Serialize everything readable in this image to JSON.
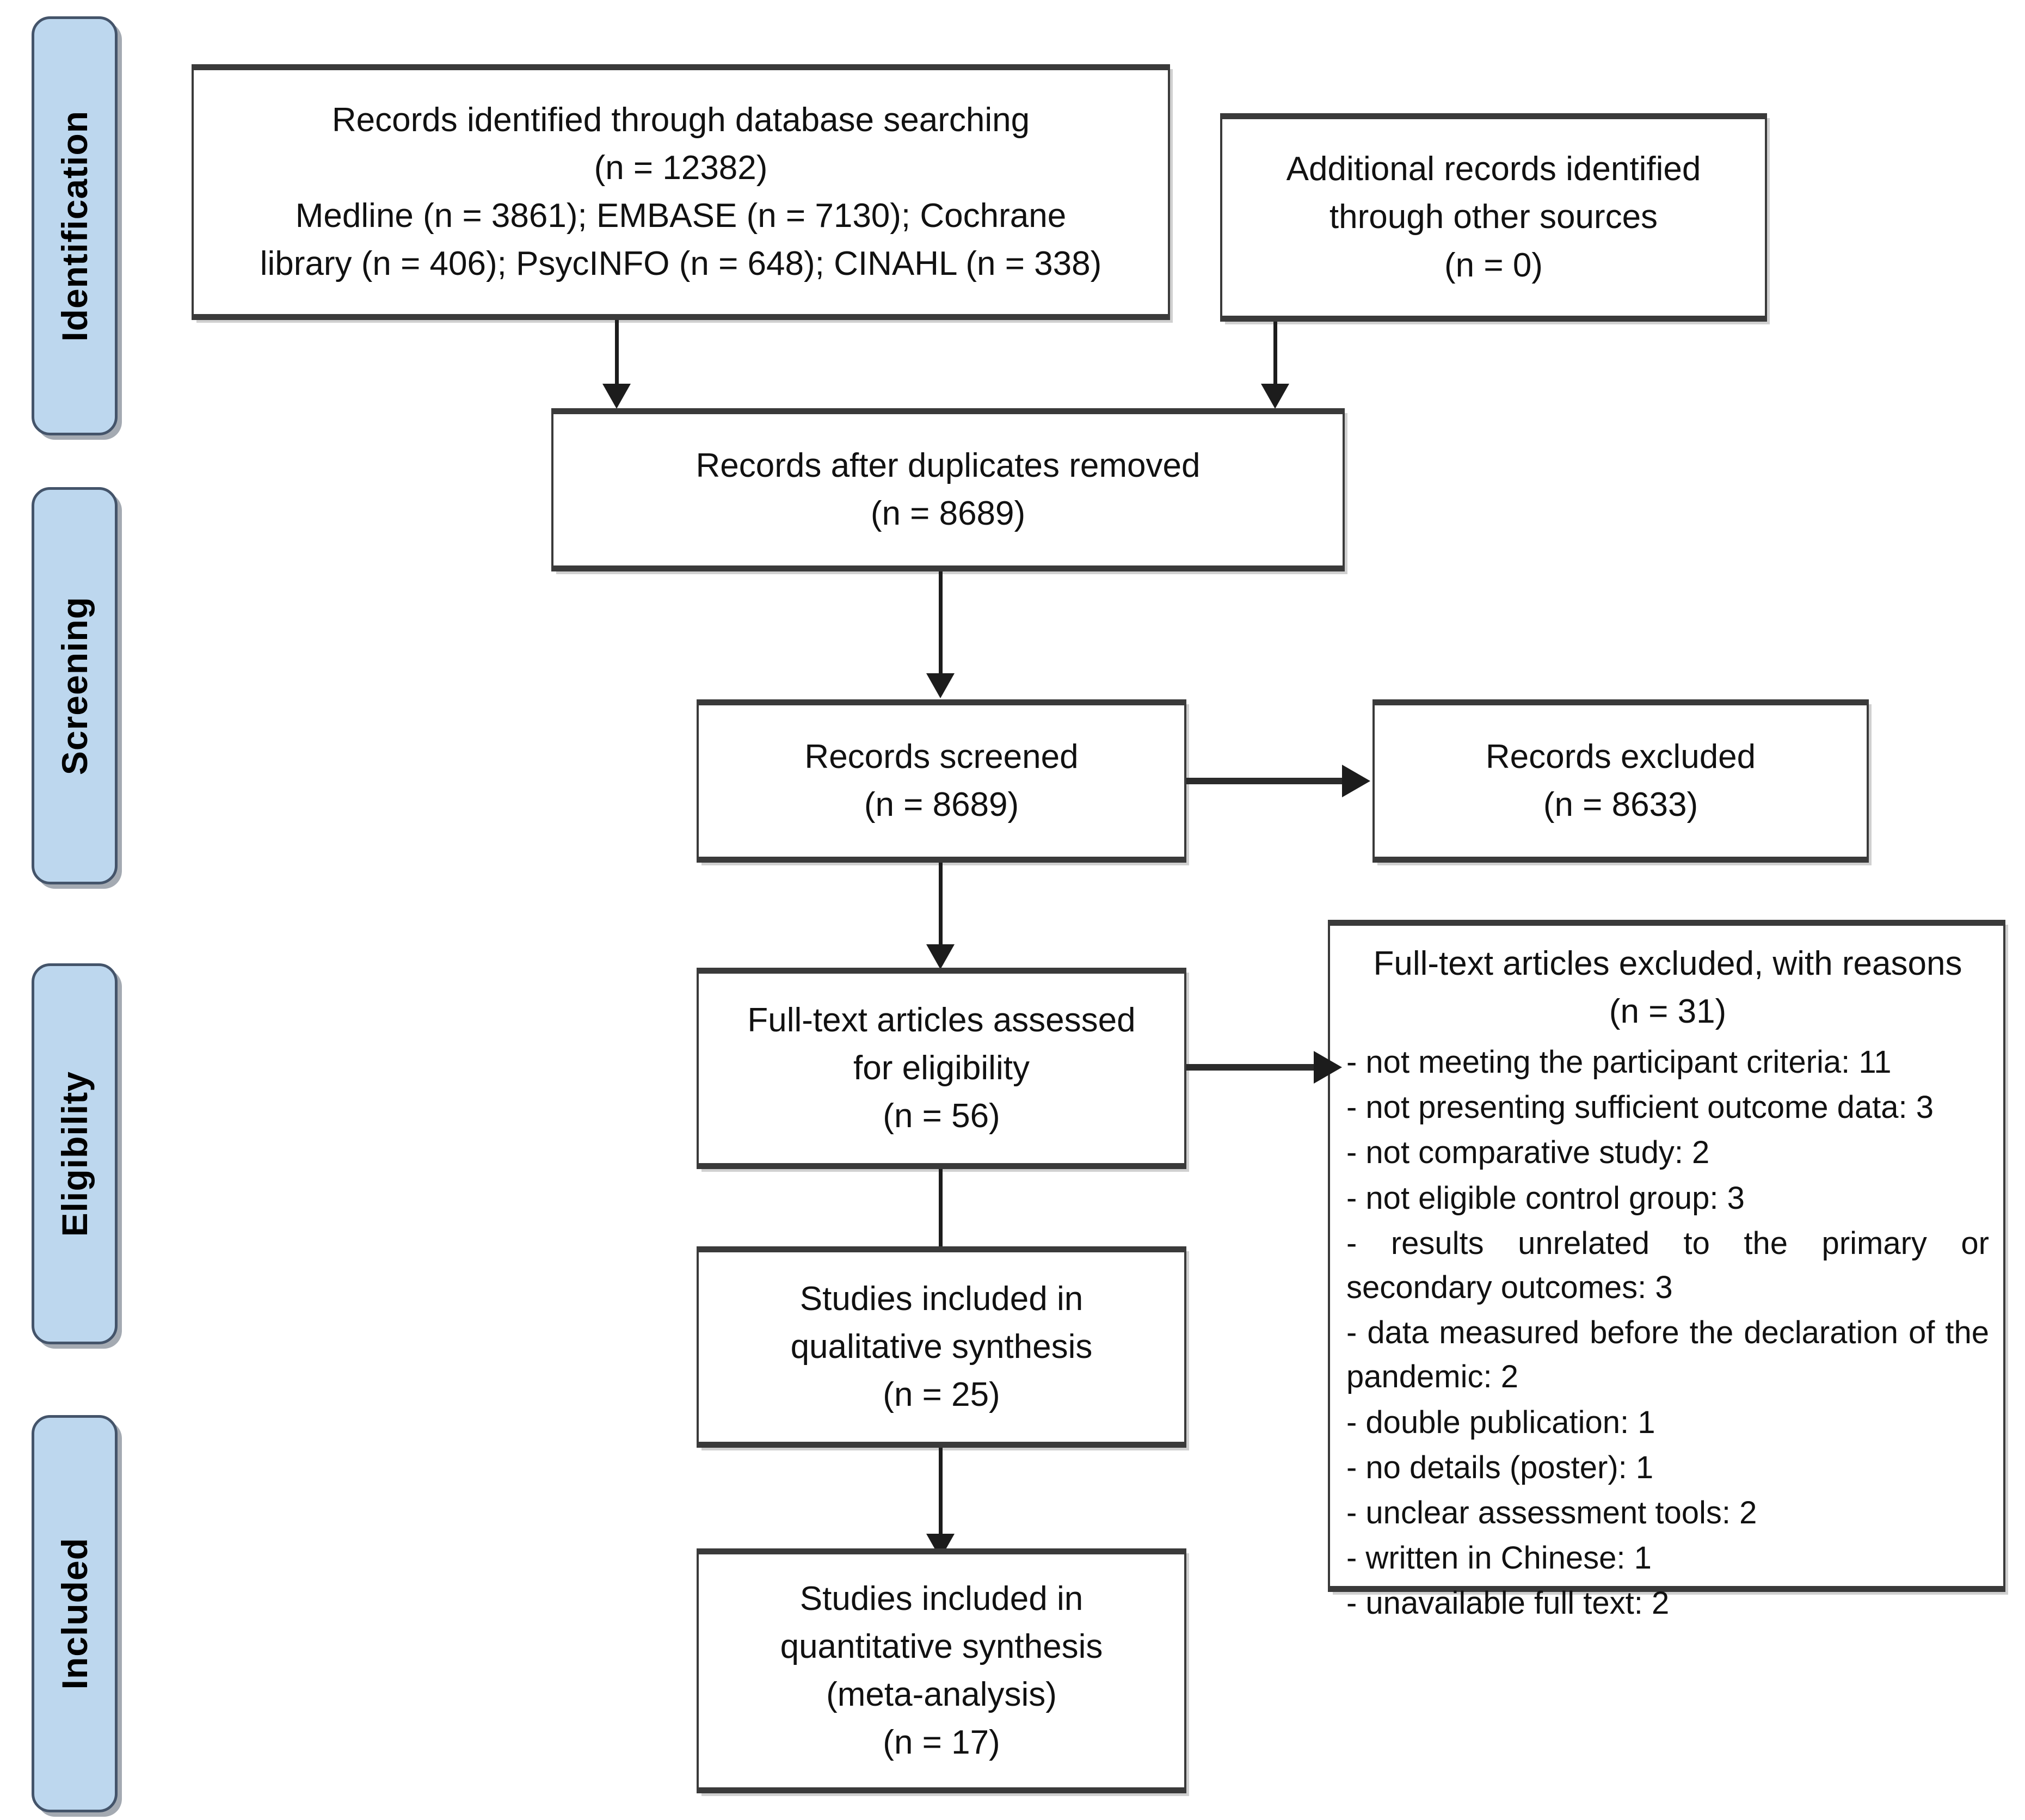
{
  "diagram": {
    "title": "PRISMA flow diagram",
    "colors": {
      "stage_fill": "#bdd7ee",
      "stage_border": "#44546a",
      "box_border": "#3a3a3a",
      "connector": "#1c1c1c",
      "background": "#ffffff"
    }
  },
  "stages": [
    {
      "label": "Identification"
    },
    {
      "label": "Screening"
    },
    {
      "label": "Eligibility"
    },
    {
      "label": "Included"
    }
  ],
  "boxes": {
    "database_search": {
      "lines": [
        "Records identified through database searching",
        "(n = 12382)",
        "Medline (n = 3861); EMBASE (n = 7130); Cochrane",
        "library (n = 406); PsycINFO (n = 648); CINAHL (n = 338)"
      ]
    },
    "other_sources": {
      "lines": [
        "Additional records identified",
        "through other sources",
        "(n = 0)"
      ]
    },
    "duplicates_removed": {
      "lines": [
        "Records after duplicates removed",
        "(n = 8689)"
      ]
    },
    "records_screened": {
      "lines": [
        "Records screened",
        "(n = 8689)"
      ]
    },
    "records_excluded": {
      "lines": [
        "Records excluded",
        "(n = 8633)"
      ]
    },
    "fulltext_assessed": {
      "lines": [
        "Full-text articles assessed",
        "for eligibility",
        "(n = 56)"
      ]
    },
    "fulltext_excluded": {
      "header": [
        "Full-text articles excluded, with reasons",
        "(n = 31)"
      ],
      "reasons": [
        "- not meeting the participant criteria: 11",
        "- not presenting sufficient outcome data: 3",
        "- not comparative study: 2",
        "- not eligible control group: 3",
        "- results unrelated to the primary or secondary outcomes: 3",
        "- data measured before the declaration of the pandemic: 2",
        "- double publication: 1",
        "- no details (poster): 1",
        "- unclear assessment tools: 2",
        "- written in Chinese: 1",
        "- unavailable full text: 2"
      ]
    },
    "qualitative_synthesis": {
      "lines": [
        "Studies included in",
        "qualitative synthesis",
        "(n = 25)"
      ]
    },
    "quantitative_synthesis": {
      "lines": [
        "Studies included in",
        "quantitative synthesis",
        "(meta-analysis)",
        "(n = 17)"
      ]
    }
  },
  "counts": {
    "database_total": 12382,
    "medline": 3861,
    "embase": 7130,
    "cochrane_library": 406,
    "psycinfo": 648,
    "cinahl": 338,
    "other_sources": 0,
    "after_duplicates": 8689,
    "screened": 8689,
    "excluded_screening": 8633,
    "fulltext_assessed": 56,
    "fulltext_excluded": 31,
    "qualitative": 25,
    "quantitative": 17
  }
}
